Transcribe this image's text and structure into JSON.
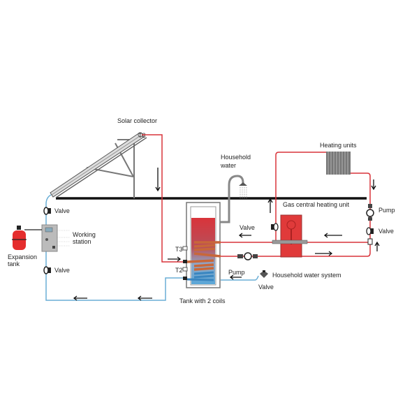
{
  "labels": {
    "solar_collector": "Solar collector",
    "t3_collector": "T3",
    "valve_top": "Valve",
    "valve_bottom": "Valve",
    "working_station_1": "Working",
    "working_station_2": "station",
    "expansion_tank_1": "Expansion",
    "expansion_tank_2": "tank",
    "household_water_1": "Household",
    "household_water_2": "water",
    "heating_units": "Heating units",
    "gas_unit": "Gas central heating unit",
    "pump_right": "Pump",
    "valve_right": "Valve",
    "valve_mid": "Valve",
    "t3_tank": "T3",
    "t2_tank": "T2",
    "pump_mid": "Pump",
    "household_system": "Household water system",
    "valve_small": "Valve",
    "tank": "Tank with 2 coils"
  },
  "colors": {
    "hot": "#d9333a",
    "cold": "#6aaed6",
    "coil": "#c8673a"
  }
}
